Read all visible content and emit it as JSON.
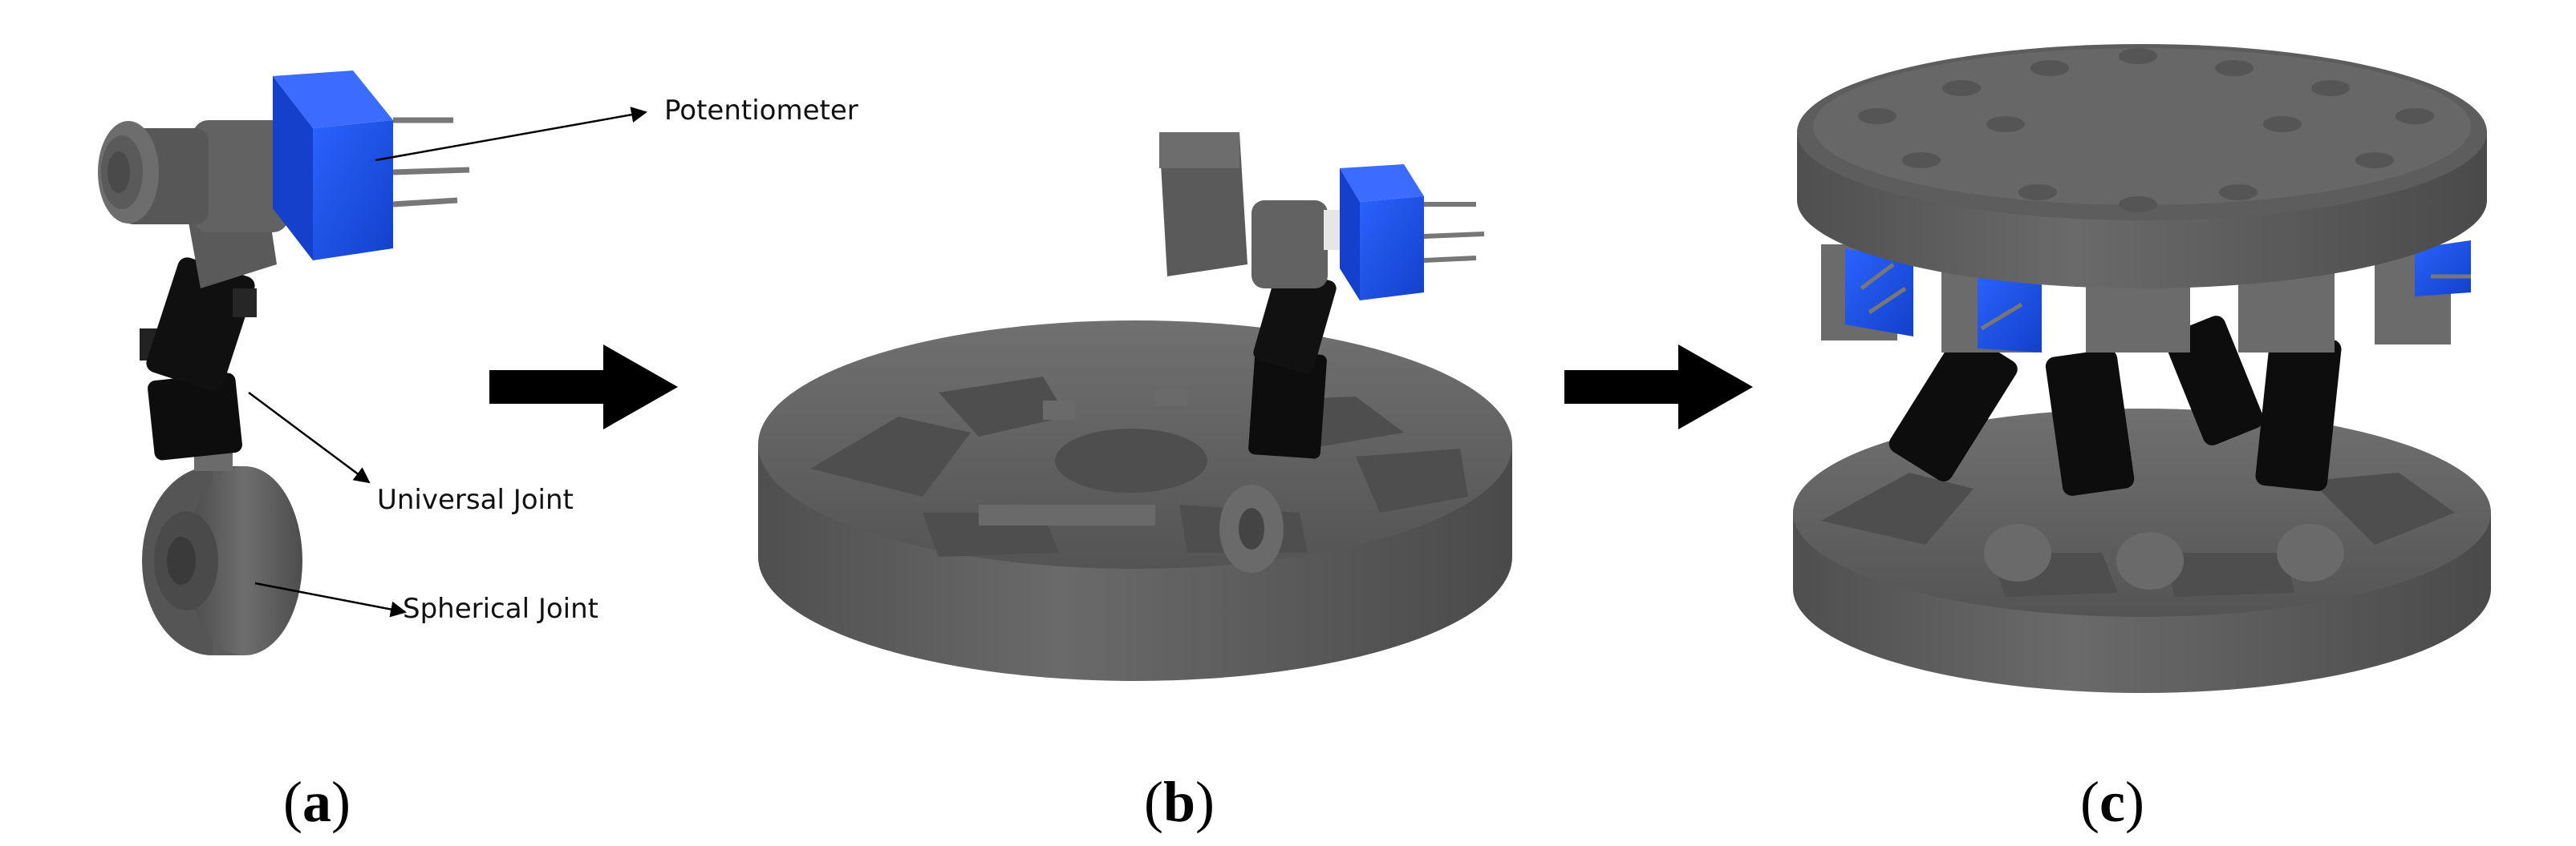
{
  "labels": {
    "potentiometer": "Potentiometer",
    "universal_joint": "Universal Joint",
    "spherical_joint": "Spherical Joint"
  },
  "captions": {
    "a": {
      "open": "(",
      "letter": "a",
      "close": ")"
    },
    "b": {
      "open": "(",
      "letter": "b",
      "close": ")"
    },
    "c": {
      "open": "(",
      "letter": "c",
      "close": ")"
    }
  },
  "colors": {
    "metal": "#5f5f5f",
    "metal_dark": "#474747",
    "metal_light": "#7a7a7a",
    "potentiometer_blue": "#1a4fe6",
    "joint_black": "#0d0d0d",
    "arrow": "#000000"
  }
}
